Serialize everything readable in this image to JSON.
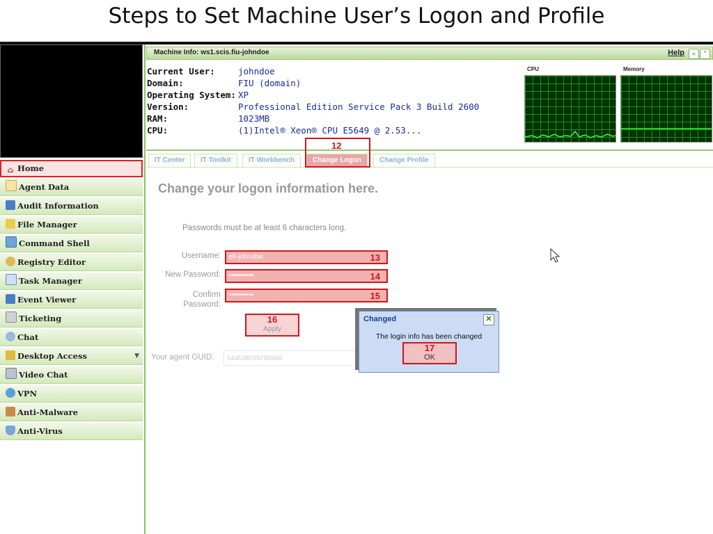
{
  "slide": {
    "title": "Steps to Set Machine User’s Logon and Profile"
  },
  "sidebar": {
    "items": [
      {
        "label": "Home",
        "icon": "home-icon",
        "active": true
      },
      {
        "label": "Agent Data",
        "icon": "agent-data-icon"
      },
      {
        "label": "Audit Information",
        "icon": "audit-icon"
      },
      {
        "label": "File Manager",
        "icon": "folder-icon"
      },
      {
        "label": "Command Shell",
        "icon": "command-shell-icon"
      },
      {
        "label": "Registry Editor",
        "icon": "registry-icon"
      },
      {
        "label": "Task Manager",
        "icon": "task-manager-icon"
      },
      {
        "label": "Event Viewer",
        "icon": "event-viewer-icon"
      },
      {
        "label": "Ticketing",
        "icon": "ticketing-icon"
      },
      {
        "label": "Chat",
        "icon": "chat-icon"
      },
      {
        "label": "Desktop Access",
        "icon": "desktop-access-icon",
        "has_dropdown": true
      },
      {
        "label": "Video Chat",
        "icon": "video-chat-icon"
      },
      {
        "label": "VPN",
        "icon": "vpn-icon"
      },
      {
        "label": "Anti-Malware",
        "icon": "anti-malware-icon"
      },
      {
        "label": "Anti-Virus",
        "icon": "anti-virus-icon"
      }
    ]
  },
  "header": {
    "title": "Machine Info: ws1.scis.fiu-johndoe",
    "help": "Help",
    "collapse_glyph": "«",
    "up_glyph": "⌃"
  },
  "machine_info": {
    "rows": [
      {
        "label": "Current User:",
        "value": "johndoe"
      },
      {
        "label": "Domain:",
        "value": "FIU (domain)"
      },
      {
        "label": "Operating System:",
        "value": "XP"
      },
      {
        "label": "Version:",
        "value": "Professional Edition Service Pack 3 Build 2600"
      },
      {
        "label": "RAM:",
        "value": "1023MB"
      },
      {
        "label": "CPU:",
        "value": "(1)Intel® Xeon® CPU E5649 @ 2.53..."
      }
    ],
    "cpu_label": "CPU",
    "memory_label": "Memory"
  },
  "tabs": [
    {
      "label": "IT Center"
    },
    {
      "label": "IT Toolkit"
    },
    {
      "label": "IT Workbench"
    },
    {
      "label": "Change Logon",
      "active": true
    },
    {
      "label": "Change Profile"
    }
  ],
  "form": {
    "heading": "Change your logon information here.",
    "note": "Passwords must be at least 6 characters long.",
    "username_label": "Username:",
    "username_value": "eli-johndoe",
    "new_password_label": "New Password:",
    "new_password_value": "••••••••••",
    "confirm_label_1": "Confirm",
    "confirm_label_2": "Password:",
    "confirm_value": "••••••••••",
    "apply_label": "Apply",
    "guid_label": "Your agent GUID:",
    "guid_value": "544538599785668"
  },
  "dialog": {
    "title": "Changed",
    "message": "The login info has been changed",
    "ok_label": "OK",
    "close_glyph": "✕"
  },
  "annotations": {
    "n12": "12",
    "n13": "13",
    "n14": "14",
    "n15": "15",
    "n16": "16",
    "n17": "17"
  },
  "colors": {
    "annotation_red": "#d2141b",
    "sidebar_green": "#d4e9bc",
    "info_value_blue": "#1a2a9c",
    "graph_line": "#33ff33"
  }
}
